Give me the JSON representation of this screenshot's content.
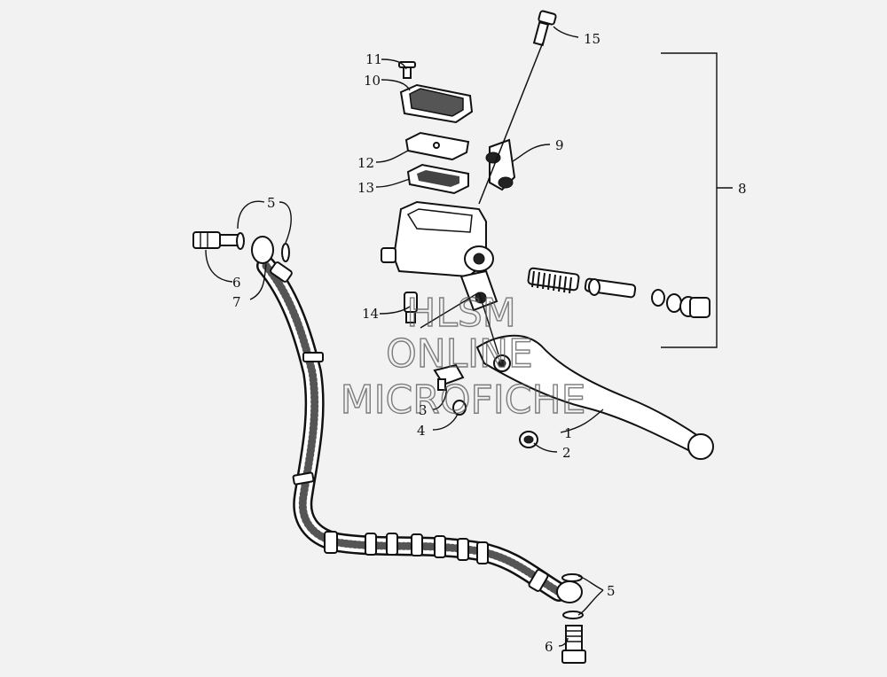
{
  "callouts": {
    "c1": "1",
    "c2": "2",
    "c3": "3",
    "c4": "4",
    "c5a": "5",
    "c5b": "5",
    "c6a": "6",
    "c6b": "6",
    "c7": "7",
    "c8": "8",
    "c9": "9",
    "c10": "10",
    "c11": "11",
    "c12": "12",
    "c13": "13",
    "c14": "14",
    "c15": "15"
  },
  "watermark": {
    "line1": "HLSM",
    "line2": "ONLINE",
    "line3": "MICROFICHE"
  }
}
